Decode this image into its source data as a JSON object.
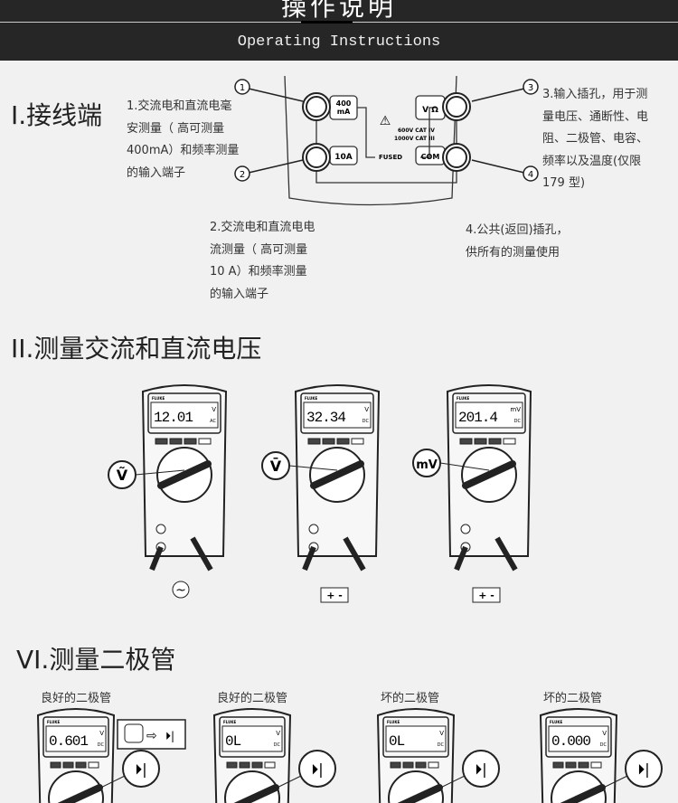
{
  "header": {
    "title": "操作说明",
    "subtitle": "Operating Instructions"
  },
  "section1": {
    "title": "I.接线端",
    "terminals": {
      "t1": "400\nmA",
      "t2": "10A",
      "t3": "V Ω",
      "t4": "COM",
      "fused": "FUSED",
      "cat1": "600V CAT IV",
      "cat2": "1000V CAT III"
    },
    "markers": [
      "1",
      "2",
      "3",
      "4"
    ],
    "desc1": [
      "1.交流电和直流电毫",
      "安测量（   高可测量",
      "400mA）和频率测量",
      "的输入端子"
    ],
    "desc2": [
      "2.交流电和直流电电",
      "流测量（    高可测量",
      "10 A）和频率测量",
      "的输入端子"
    ],
    "desc3": [
      "3.输入插孔，用于测",
      "量电压、通断性、电",
      "阻、二极管、电容、",
      "频率以及温度(仅限",
      "179 型)"
    ],
    "desc4": [
      "4.公共(返回)插孔，",
      "供所有的测量使用"
    ]
  },
  "section2": {
    "title": "II.测量交流和直流电压",
    "meters": [
      {
        "brand": "FLUKE",
        "reading": "12.01",
        "unit": "V",
        "sub": "AC",
        "dial": "Ṽ",
        "source": "~"
      },
      {
        "brand": "FLUKE",
        "reading": "32.34",
        "unit": "V",
        "sub": "DC",
        "dial": "V̄",
        "source": "+ -"
      },
      {
        "brand": "FLUKE",
        "reading": "201.4",
        "unit": "mV",
        "sub": "DC",
        "dial": "mV",
        "source": "+ -"
      }
    ]
  },
  "section3": {
    "title": "VI.测量二极管",
    "meters": [
      {
        "label": "良好的二极管",
        "brand": "FLUKE",
        "reading": "0.601",
        "unit": "V",
        "sub": "DC"
      },
      {
        "label": "良好的二极管",
        "brand": "FLUKE",
        "reading": "0L",
        "unit": "V",
        "sub": "DC"
      },
      {
        "label": "坏的二极管",
        "brand": "FLUKE",
        "reading": "0L",
        "unit": "V",
        "sub": "DC"
      },
      {
        "label": "坏的二极管",
        "brand": "FLUKE",
        "reading": "0.000",
        "unit": "V",
        "sub": "DC"
      }
    ]
  }
}
